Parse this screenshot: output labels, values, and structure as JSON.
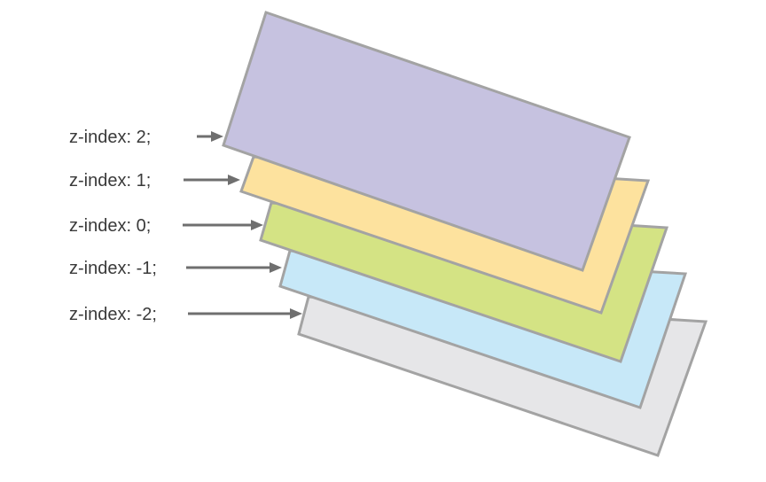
{
  "layers": [
    {
      "label": "z-index: -2;",
      "z": -2,
      "color": "#e6e6e8"
    },
    {
      "label": "z-index: -1;",
      "z": -1,
      "color": "#c7e8f8"
    },
    {
      "label": "z-index: 0;",
      "z": 0,
      "color": "#d4e384"
    },
    {
      "label": "z-index: 1;",
      "z": 1,
      "color": "#fde29e"
    },
    {
      "label": "z-index: 2;",
      "z": 2,
      "color": "#c6c2e0"
    }
  ],
  "colors": {
    "outline": "#a3a3a3",
    "arrow": "#6f6f6f",
    "text": "#3a3a3a"
  }
}
